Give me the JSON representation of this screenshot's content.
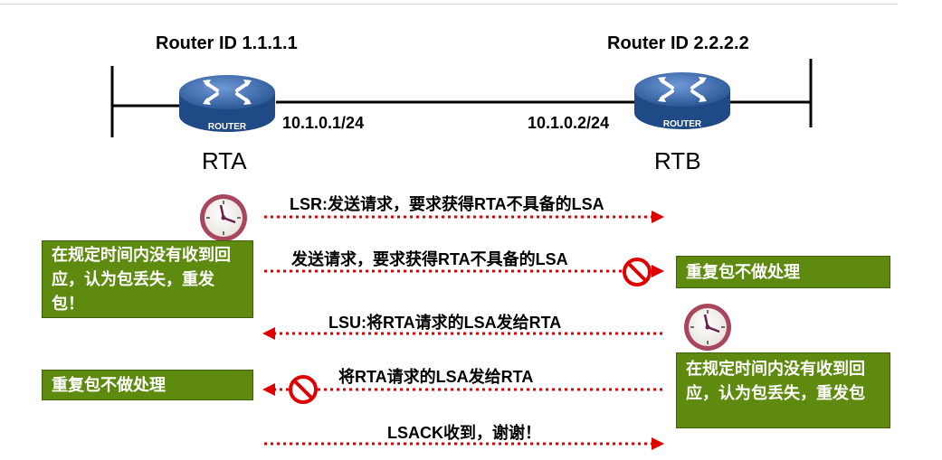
{
  "routers": {
    "left": {
      "router_id": "Router ID 1.1.1.1",
      "name": "RTA",
      "ip": "10.1.0.1/24",
      "badge": "ROUTER"
    },
    "right": {
      "router_id": "Router ID 2.2.2.2",
      "name": "RTB",
      "ip": "10.1.0.2/24",
      "badge": "ROUTER"
    }
  },
  "messages": [
    {
      "text": "LSR:发送请求，要求获得RTA不具备的LSA",
      "direction": "right"
    },
    {
      "text": "发送请求，要求获得RTA不具备的LSA",
      "direction": "right",
      "blocked": true
    },
    {
      "text": "LSU:将RTA请求的LSA发给RTA",
      "direction": "left"
    },
    {
      "text": "将RTA请求的LSA发给RTA",
      "direction": "left",
      "blocked": true
    },
    {
      "text": "LSACK收到，谢谢！",
      "direction": "right"
    }
  ],
  "notes": {
    "left_timeout": "在规定时间内没有收到回应，认为包丢失，重发包！",
    "left_dup": "重复包不做处理",
    "right_dup": "重复包不做处理",
    "right_timeout": "在规定时间内没有收到回应，认为包丢失，重发包"
  },
  "colors": {
    "arrow": "#e00000",
    "note_bg": "#5e8a0f",
    "router_blue": "#2c5a9c"
  }
}
